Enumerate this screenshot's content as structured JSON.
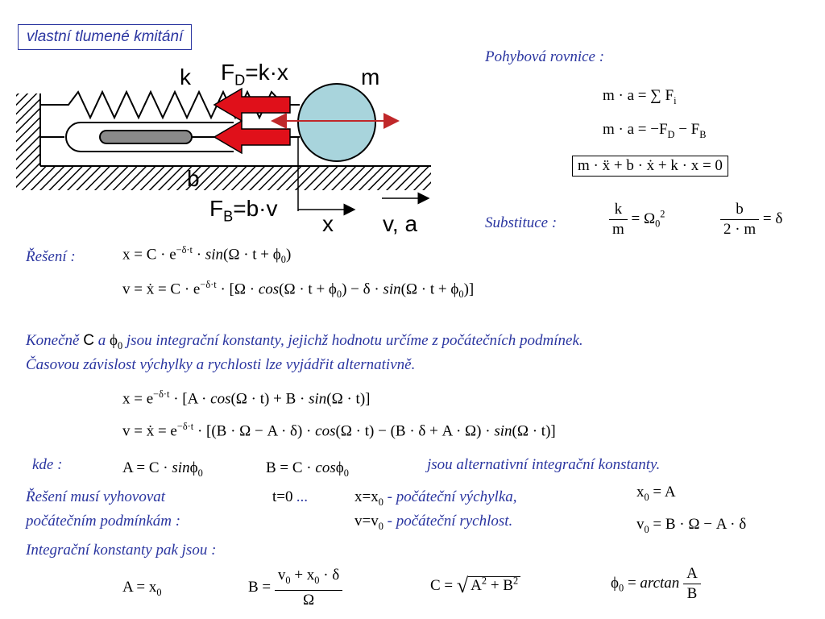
{
  "title": "vlastní tlumené kmitání",
  "diagram": {
    "label_k": "k",
    "label_fd": "F",
    "label_fd_sub": "D",
    "label_fd_rest": "=k·x",
    "label_m": "m",
    "label_b": "b",
    "label_fb": "F",
    "label_fb_sub": "B",
    "label_fb_rest": "=b·v",
    "label_x": "x",
    "label_va": "v, a",
    "colors": {
      "arrow": "#e0101a",
      "mass": "#a8d4dc",
      "hatch": "#000000",
      "double_arrow": "#c0282a"
    }
  },
  "equation_of_motion": {
    "heading": "Pohybová rovnice :",
    "eq1": "m · a = ∑ F",
    "eq1_sub": "i",
    "eq2": "m · a = −F",
    "eq2_sub1": "D",
    "eq2_mid": " − F",
    "eq2_sub2": "B",
    "eq3": "m · ẍ + b · ẋ + k · x = 0"
  },
  "substitution": {
    "heading": "Substituce :",
    "f1_num": "k",
    "f1_den": "m",
    "f1_rhs": "= Ω",
    "f1_rhs_sub": "0",
    "f1_rhs_sup": "2",
    "f2_num": "b",
    "f2_den": "2 · m",
    "f2_rhs": "= δ"
  },
  "solution": {
    "heading": "Řešení :",
    "x_lhs": "x = C · e",
    "x_exp": "−δ·t",
    "x_rhs": " · ",
    "x_sin": "sin",
    "x_arg": "(Ω · t + ϕ",
    "x_arg_sub": "0",
    "x_close": ")",
    "v_lhs": "v = ẋ = C · e",
    "v_exp": "−δ·t",
    "v_mid": " · [Ω · ",
    "v_cos": "cos",
    "v_arg1": "(Ω · t + ϕ",
    "v_arg1_sub": "0",
    "v_mid2": ") − δ · ",
    "v_sin": "sin",
    "v_arg2": "(Ω · t + ϕ",
    "v_arg2_sub": "0",
    "v_close": ")]"
  },
  "text1": {
    "line1_a": "Konečně ",
    "line1_c": "C",
    "line1_b": " a ",
    "line1_phi": "ϕ",
    "line1_phi_sub": "0",
    "line1_rest": " jsou integrační konstanty, jejichž hodnotu určíme z počátečních podmínek.",
    "line2": "Časovou závislost výchylky a rychlosti lze vyjádřit alternativně."
  },
  "alt": {
    "x_lhs": "x = e",
    "x_exp": "−δ·t",
    "x_rhs1": " · [A · ",
    "x_cos": "cos",
    "x_rhs2": "(Ω · t) + B · ",
    "x_sin": "sin",
    "x_rhs3": "(Ω · t)]",
    "v_lhs": "v = ẋ = e",
    "v_exp": "−δ·t",
    "v_rhs1": " · [(B · Ω − A · δ) · ",
    "v_cos": "cos",
    "v_rhs2": "(Ω · t) − (B · δ + A · Ω) · ",
    "v_sin": "sin",
    "v_rhs3": "(Ω · t)]"
  },
  "kde": {
    "label": "kde :",
    "a_eq": "A = C · ",
    "a_sin": "sin",
    "a_phi": "ϕ",
    "a_sub": "0",
    "b_eq": "B = C · ",
    "b_cos": "cos",
    "b_phi": "ϕ",
    "b_sub": "0",
    "note": "jsou alternativní integrační konstanty."
  },
  "initial": {
    "line1": "Řešení musí vyhovovat",
    "line2": "počátečním podmínkám :",
    "t0": "t=0",
    "t0_dots": " ...",
    "xcond": "x=x",
    "xcond_sub": "0",
    "xcond_desc": " - počáteční výchylka,",
    "vcond": "v=v",
    "vcond_sub": "0",
    "vcond_desc": " - počáteční rychlost.",
    "eq1": "x",
    "eq1_sub": "0",
    "eq1_rest": " = A",
    "eq2": "v",
    "eq2_sub": "0",
    "eq2_rest": " = B · Ω − A · δ"
  },
  "constants": {
    "heading": "Integrační konstanty pak jsou :",
    "a": "A = x",
    "a_sub": "0",
    "b_lhs": "B =",
    "b_num": "v",
    "b_num_sub1": "0",
    "b_num_mid": " + x",
    "b_num_sub2": "0",
    "b_num_end": " · δ",
    "b_den": "Ω",
    "c_lhs": "C =",
    "c_sqrt": "√",
    "c_inner": "A",
    "c_sup1": "2",
    "c_plus": " + B",
    "c_sup2": "2",
    "phi_lhs": "ϕ",
    "phi_sub": "0",
    "phi_eq": " = ",
    "phi_fn": "arctan",
    "phi_num": "A",
    "phi_den": "B"
  }
}
